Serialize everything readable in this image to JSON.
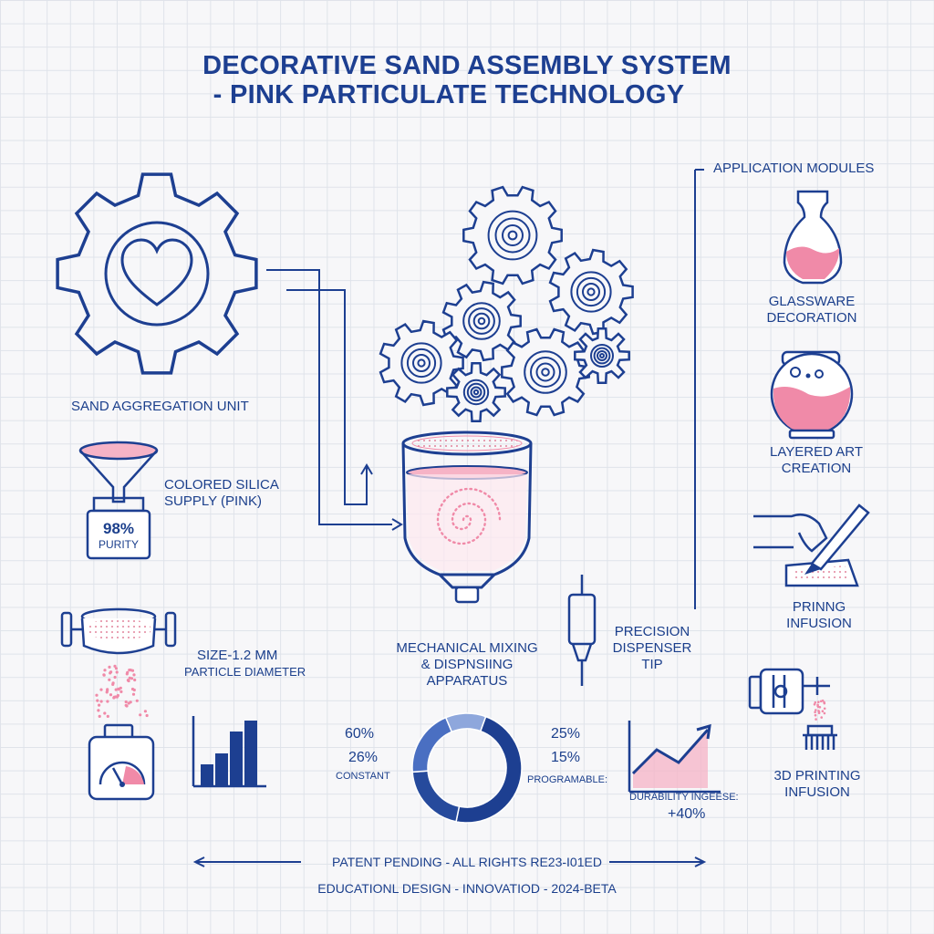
{
  "title_line1": "DECORATIVE SAND ASSEMBLY SYSTEM",
  "title_line2": "- PINK PARTICULATE TECHNOLOGY",
  "units": {
    "aggregation": "SAND AGGREGATION UNIT",
    "supply_line1": "COLORED SILICA",
    "supply_line2": "SUPPLY (PINK)",
    "purity_value": "98%",
    "purity_label": "PURITY",
    "size_value": "SIZE-1.2 MM",
    "size_label": "PARTICLE DIAMETER",
    "mixing_line1": "MECHANICAL MIXING",
    "mixing_line2": "& DISPNSIING",
    "mixing_line3": "APPARATUS",
    "dispenser_line1": "PRECISION",
    "dispenser_line2": "DISPENSER",
    "dispenser_line3": "TIP"
  },
  "applications": {
    "heading": "APPLICATION MODULES",
    "items": [
      {
        "line1": "GLASSWARE",
        "line2": "DECORATION",
        "icon": "vase-icon"
      },
      {
        "line1": "LAYERED ART",
        "line2": "CREATION",
        "icon": "fishbowl-icon"
      },
      {
        "line1": "PRINNG",
        "line2": "INFUSION",
        "icon": "hand-pen-icon"
      },
      {
        "line1": "3D PRINTING",
        "line2": "INFUSION",
        "icon": "printer-head-icon"
      }
    ]
  },
  "stats": {
    "left_pct1": "60%",
    "left_pct2": "26%",
    "left_label": "CONSTANT",
    "right_pct1": "25%",
    "right_pct2": "15%",
    "right_label": "PROGRAMABLE:",
    "durability_label": "DURABILITY INGEESE:",
    "durability_value": "+40%"
  },
  "donut_data": {
    "type": "pie",
    "values": [
      60,
      26,
      25,
      15
    ]
  },
  "bar_data": {
    "type": "bar",
    "values": [
      2,
      3,
      5,
      6
    ]
  },
  "footer": {
    "line1": "PATENT PENDING - ALL RIGHTS RE23-I01ED",
    "line2": "EDUCATIONL DESIGN - INNOVATIOD - 2024-BETA"
  },
  "colors": {
    "ink": "#1d3f91",
    "pink": "#f08aa8",
    "pink_light": "#f6b3c6",
    "grid": "#dfe3ea"
  }
}
